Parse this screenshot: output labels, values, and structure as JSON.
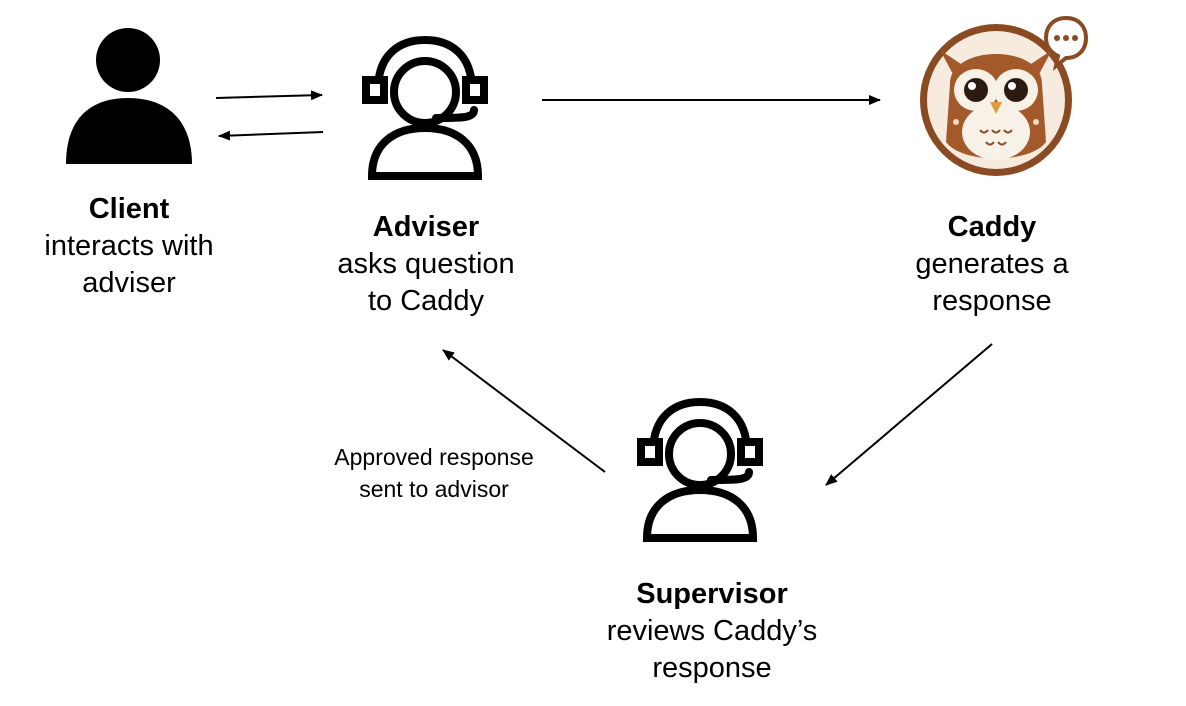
{
  "nodes": {
    "client": {
      "name": "Client",
      "line1": "interacts with",
      "line2": "adviser",
      "icon": "person-icon"
    },
    "adviser": {
      "name": "Adviser",
      "line1": "asks question",
      "line2": "to Caddy",
      "icon": "headset-agent-icon"
    },
    "caddy": {
      "name": "Caddy",
      "line1": "generates a",
      "line2": "response",
      "icon": "owl-chat-icon"
    },
    "supervisor": {
      "name": "Supervisor",
      "line1": "reviews Caddy’s",
      "line2": "response",
      "icon": "headset-agent-icon"
    }
  },
  "edges": {
    "supervisor_to_adviser": {
      "line1": "Approved response",
      "line2": "sent to advisor"
    }
  },
  "colors": {
    "ink": "#000000",
    "owl_brown": "#8a4a22",
    "owl_light": "#f3dcc4",
    "owl_orange": "#e39a3a"
  }
}
